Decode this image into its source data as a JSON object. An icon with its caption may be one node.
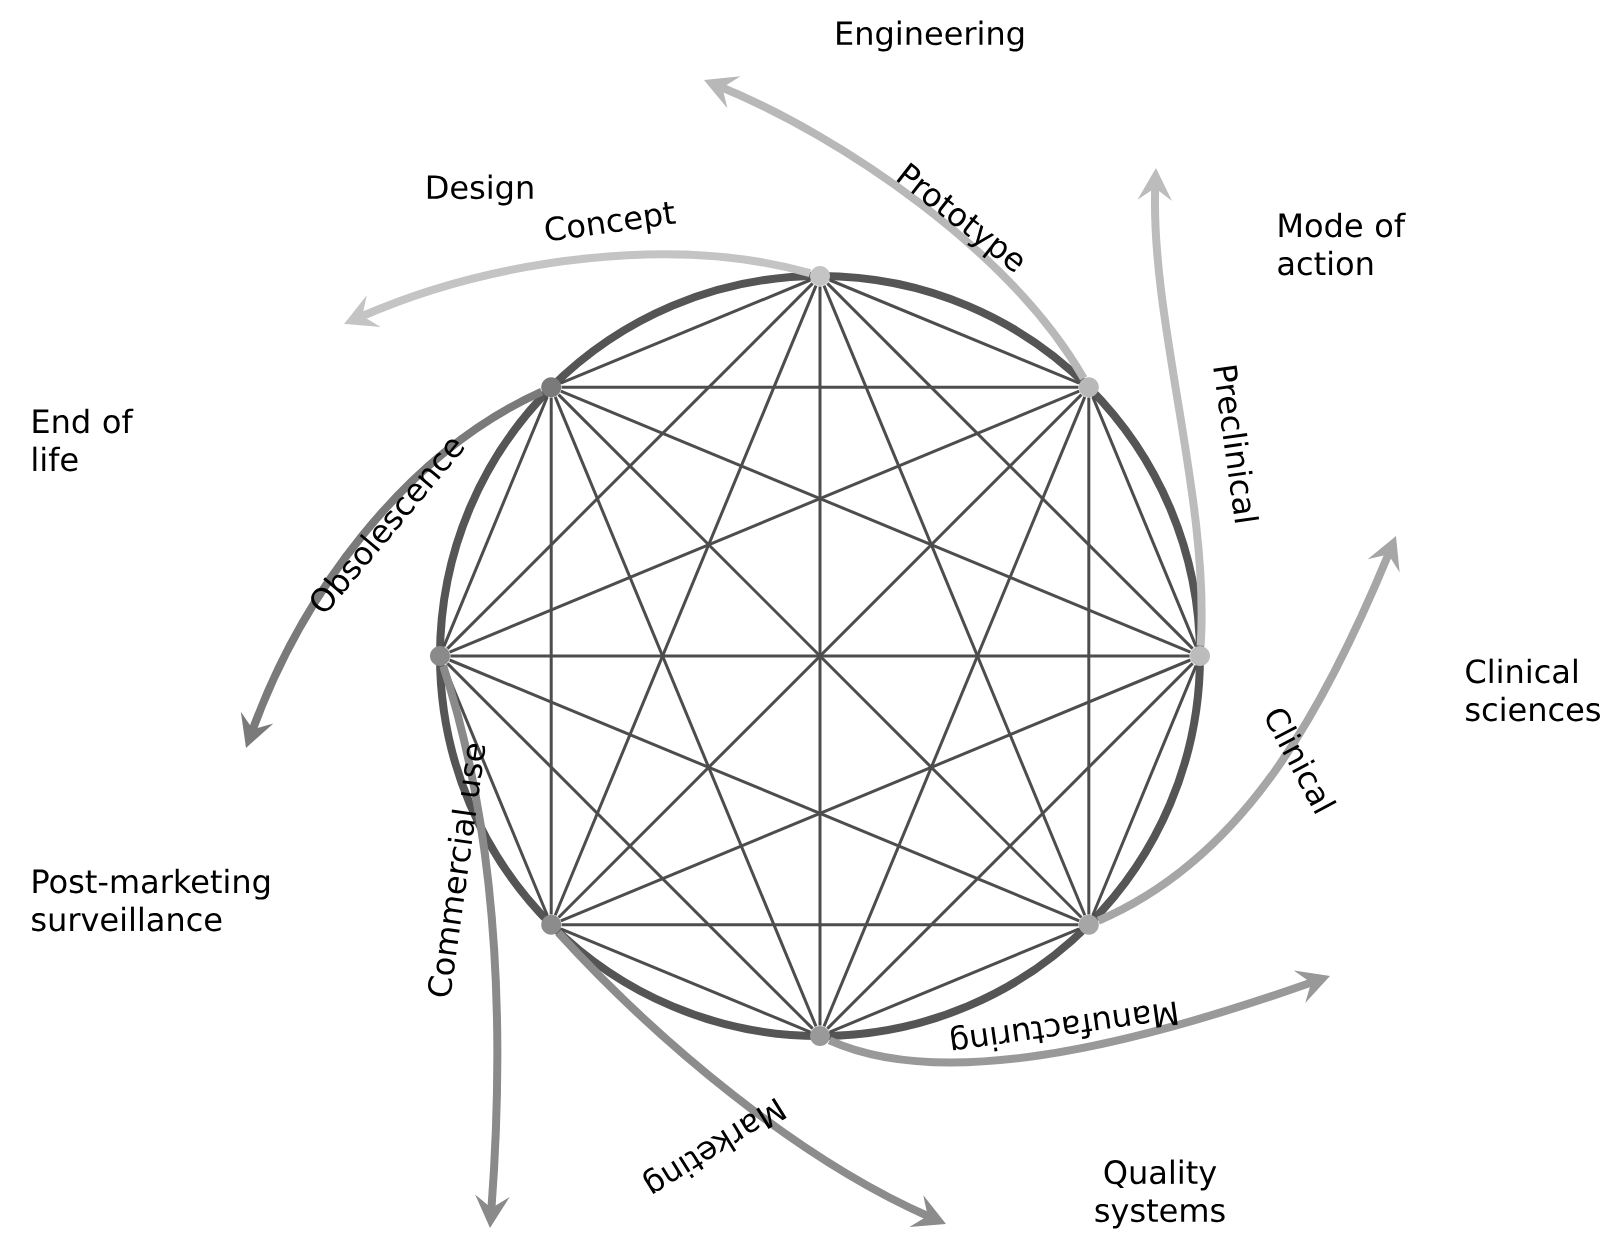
{
  "diagram": {
    "nodes": [
      {
        "text": [],
        "shape": "circle"
      },
      {
        "text": [],
        "shape": "circle"
      },
      {
        "text": [],
        "shape": "circle"
      },
      {
        "text": [],
        "shape": "circle"
      },
      {
        "text": [],
        "shape": "circle"
      },
      {
        "text": [],
        "shape": "circle"
      },
      {
        "text": [],
        "shape": "circle"
      },
      {
        "text": [],
        "shape": "circle"
      }
    ],
    "edges": [
      {
        "from": 0,
        "to": 1,
        "arrow": "none"
      },
      {
        "from": 0,
        "to": 2,
        "arrow": "none"
      },
      {
        "from": 0,
        "to": 3,
        "arrow": "none"
      },
      {
        "from": 0,
        "to": 4,
        "arrow": "none"
      },
      {
        "from": 0,
        "to": 5,
        "arrow": "none"
      },
      {
        "from": 0,
        "to": 6,
        "arrow": "none"
      },
      {
        "from": 0,
        "to": 7,
        "arrow": "none"
      },
      {
        "from": 1,
        "to": 2,
        "arrow": "none"
      },
      {
        "from": 1,
        "to": 3,
        "arrow": "none"
      },
      {
        "from": 1,
        "to": 4,
        "arrow": "none"
      },
      {
        "from": 1,
        "to": 5,
        "arrow": "none"
      },
      {
        "from": 1,
        "to": 6,
        "arrow": "none"
      },
      {
        "from": 1,
        "to": 7,
        "arrow": "none"
      },
      {
        "from": 2,
        "to": 3,
        "arrow": "none"
      },
      {
        "from": 2,
        "to": 4,
        "arrow": "none"
      },
      {
        "from": 2,
        "to": 5,
        "arrow": "none"
      },
      {
        "from": 2,
        "to": 6,
        "arrow": "none"
      },
      {
        "from": 2,
        "to": 7,
        "arrow": "none"
      },
      {
        "from": 3,
        "to": 4,
        "arrow": "none"
      },
      {
        "from": 3,
        "to": 5,
        "arrow": "none"
      },
      {
        "from": 3,
        "to": 6,
        "arrow": "none"
      },
      {
        "from": 3,
        "to": 7,
        "arrow": "none"
      },
      {
        "from": 4,
        "to": 5,
        "arrow": "none"
      },
      {
        "from": 4,
        "to": 6,
        "arrow": "none"
      },
      {
        "from": 4,
        "to": 7,
        "arrow": "none"
      },
      {
        "from": 5,
        "to": 6,
        "arrow": "none"
      },
      {
        "from": 5,
        "to": 7,
        "arrow": "none"
      },
      {
        "from": 6,
        "to": 7,
        "arrow": "none"
      },
      {
        "from": 0,
        "to": null,
        "arrow": "to",
        "label": "Concept",
        "style": "thick",
        "color": "#c4c4c4"
      },
      {
        "from": 1,
        "to": null,
        "arrow": "to",
        "label": "Prototype",
        "style": "thick",
        "color": "#b8b8b8"
      },
      {
        "from": 2,
        "to": null,
        "arrow": "to",
        "label": "Preclinical",
        "style": "thick",
        "color": "#bcbcbc"
      },
      {
        "from": 3,
        "to": null,
        "arrow": "to",
        "label": "Clinical",
        "style": "thick",
        "color": "#a6a6a6"
      },
      {
        "from": 4,
        "to": null,
        "arrow": "to",
        "label": "Manufacturing",
        "style": "thick",
        "color": "#999999"
      },
      {
        "from": 5,
        "to": null,
        "arrow": "to",
        "label": "Marketing",
        "style": "thick",
        "color": "#8c8c8c"
      },
      {
        "from": 6,
        "to": null,
        "arrow": "to",
        "label": "Commercial use",
        "style": "thick",
        "color": "#8a8a8a"
      },
      {
        "from": 7,
        "to": null,
        "arrow": "to",
        "label": "Obsolescence",
        "style": "thick",
        "color": "#7a7a7a"
      }
    ],
    "labels": [
      "Engineering",
      "Design",
      "Mode of action",
      "End of life",
      "Clinical sciences",
      "Post-marketing surveillance",
      "Quality systems"
    ]
  }
}
